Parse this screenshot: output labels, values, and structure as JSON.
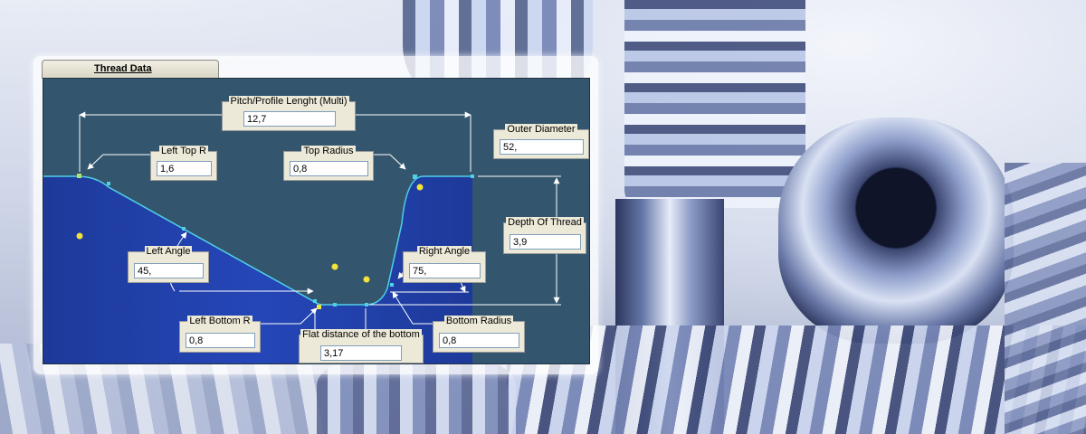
{
  "window": {
    "tab_label": "Thread Data"
  },
  "fields": {
    "pitch": {
      "label": "Pitch/Profile Lenght (Multi)",
      "value": "12,7"
    },
    "outer_diameter": {
      "label": "Outer Diameter",
      "value": "52,"
    },
    "left_top_r": {
      "label": "Left Top R",
      "value": "1,6"
    },
    "top_radius": {
      "label": "Top Radius",
      "value": "0,8"
    },
    "depth_of_thread": {
      "label": "Depth Of Thread",
      "value": "3,9"
    },
    "left_angle": {
      "label": "Left Angle",
      "value": "45,"
    },
    "right_angle": {
      "label": "Right Angle",
      "value": "75,"
    },
    "left_bottom_r": {
      "label": "Left Bottom R",
      "value": "0,8"
    },
    "flat_distance": {
      "label": "Flat distance of the bottom",
      "value": "3,17"
    },
    "bottom_radius": {
      "label": "Bottom Radius",
      "value": "0,8"
    }
  },
  "colors": {
    "panel_bg": "#33566e",
    "profile_fill": "#1f3ea8",
    "profile_edge": "#4fd0e6",
    "point_yellow": "#f2e33a",
    "field_bg": "#ece9d8"
  }
}
